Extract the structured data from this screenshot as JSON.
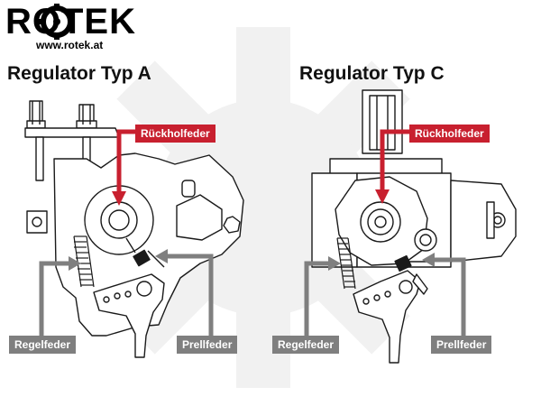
{
  "brand": {
    "name": "ROTEK",
    "url": "www.rotek.at"
  },
  "panels": [
    {
      "title": "Regulator Typ A",
      "labels": {
        "return_spring": "Rückholfeder",
        "control_spring": "Regelfeder",
        "buffer_spring": "Prellfeder"
      }
    },
    {
      "title": "Regulator Typ C",
      "labels": {
        "return_spring": "Rückholfeder",
        "control_spring": "Regelfeder",
        "buffer_spring": "Prellfeder"
      }
    }
  ],
  "colors": {
    "accent_red": "#c8202f",
    "label_grey": "#7f7f7f",
    "line": "#1a1a1a",
    "watermark": "#f0f0f0"
  }
}
